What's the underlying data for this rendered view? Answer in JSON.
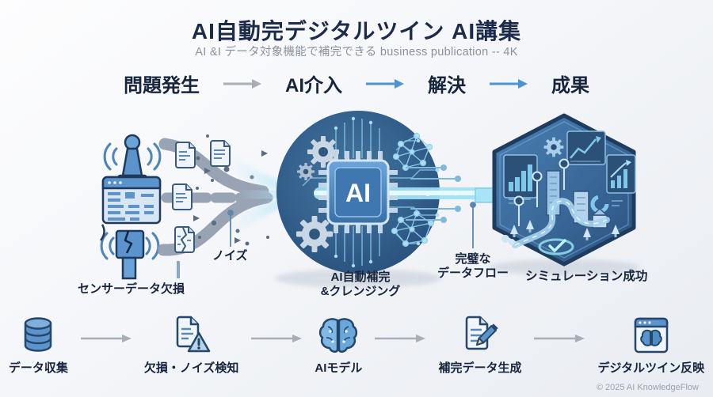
{
  "header": {
    "title": "AI自動完デジタルツイン AI講集",
    "subtitle": "AI &I データ対象機能で補完できる business publication -- 4K"
  },
  "flow": {
    "steps": [
      {
        "label": "問題発生"
      },
      {
        "label": "AI介入"
      },
      {
        "label": "解決"
      },
      {
        "label": "成果"
      }
    ],
    "arrow_colors": [
      "#a9aeb6",
      "#4d94d0",
      "#4d94d0"
    ]
  },
  "diagram": {
    "ai_chip_label": "AI",
    "labels": {
      "sensor_data_loss": "センサーデータ欠損",
      "noise": "ノイズ",
      "ai_completion_line1": "AI自動補完",
      "ai_completion_line2": "&クレンジング",
      "perfect_flow_line1": "完璧な",
      "perfect_flow_line2": "データフロー",
      "simulation_success": "シミュレーション成功"
    },
    "icons": [
      "sensor-antenna-icon",
      "dashboard-window-icon",
      "broken-sensor-icon",
      "document-icon",
      "broken-document-icon",
      "ai-chip-icon",
      "gear-icon",
      "neural-network-icon",
      "digital-twin-hexagon-icon"
    ]
  },
  "pipeline": {
    "steps": [
      {
        "label": "データ収集",
        "icon": "database-icon"
      },
      {
        "label": "欠損・ノイズ検知",
        "icon": "document-warning-icon"
      },
      {
        "label": "AIモデル",
        "icon": "brain-icon"
      },
      {
        "label": "補完データ生成",
        "icon": "document-pencil-icon"
      },
      {
        "label": "デジタルツイン反映",
        "icon": "browser-brain-icon"
      }
    ]
  },
  "footer": {
    "copyright": "© 2025 AI KnowledgeFlow"
  },
  "colors": {
    "title": "#1c2b4a",
    "subtitle": "#8b919b",
    "label": "#16243d",
    "arrow_gray": "#a9aeb6",
    "arrow_blue": "#4d94d0",
    "circle_blue": "#2e5a8a",
    "beam_cyan": "#9fe0f7",
    "icon_blue": "#4e8cc8",
    "stream_gray": "#8e9bad"
  }
}
